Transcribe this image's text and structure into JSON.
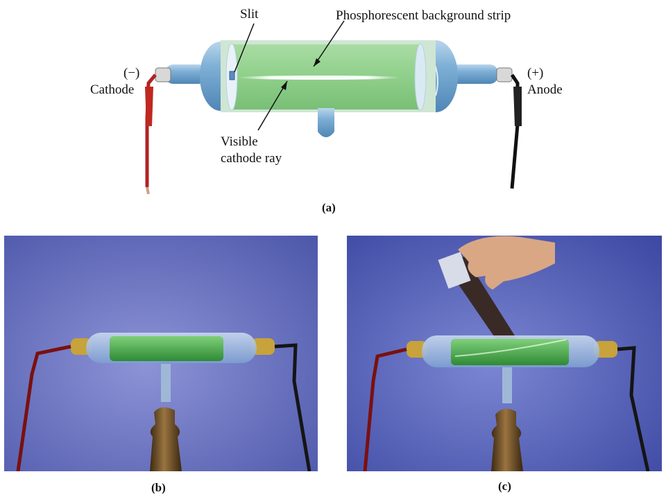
{
  "diagram": {
    "labels": {
      "slit": "Slit",
      "strip": "Phosphorescent background strip",
      "cathode_sign": "(−)",
      "cathode": "Cathode",
      "anode_sign": "(+)",
      "anode": "Anode",
      "ray_line1": "Visible",
      "ray_line2": "cathode ray"
    }
  },
  "captions": {
    "a": "(a)",
    "b": "(b)",
    "c": "(c)"
  },
  "colors": {
    "phosphor_green": "#8fcf8a",
    "glass_blue": "#7fb0d6",
    "photo_background": "#6a74c0",
    "cathode_wire": "#b22222",
    "anode_wire": "#111111"
  }
}
